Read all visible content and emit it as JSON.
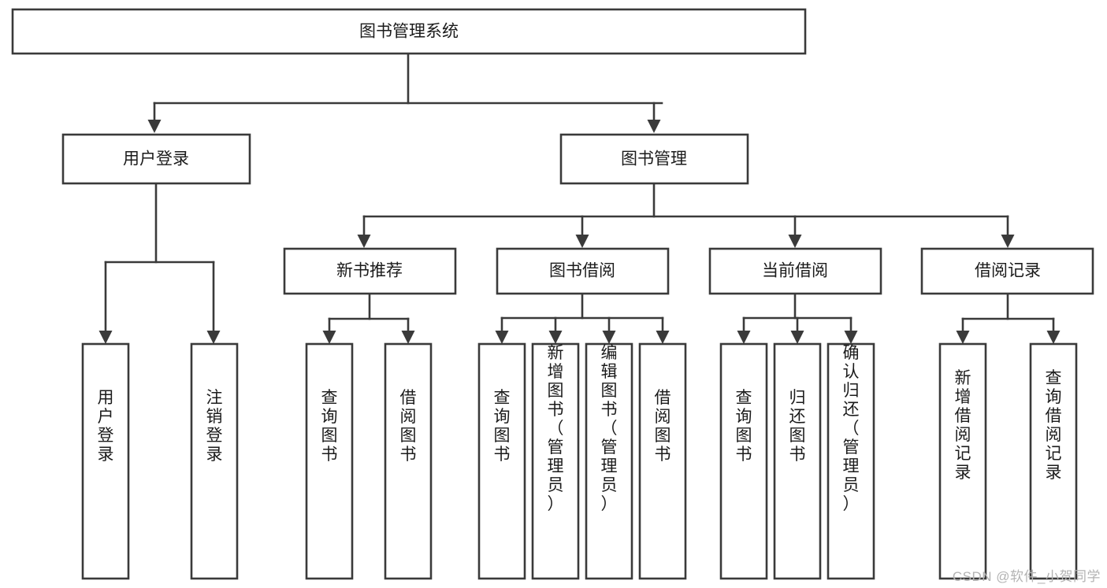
{
  "diagram": {
    "type": "tree-hierarchy",
    "title": "图书管理系统",
    "watermark": "CSDN @软件_小贺同学",
    "colors": {
      "stroke": "#3a3a3a",
      "fill": "#ffffff",
      "text": "#1b1b1b",
      "watermark": "#b3b3b3"
    },
    "levels": {
      "root": {
        "label": "图书管理系统"
      },
      "level2": [
        {
          "label": "用户登录"
        },
        {
          "label": "图书管理"
        }
      ],
      "level3": [
        {
          "label": "新书推荐"
        },
        {
          "label": "图书借阅"
        },
        {
          "label": "当前借阅"
        },
        {
          "label": "借阅记录"
        }
      ],
      "leaves": {
        "user_login": [
          {
            "label": "用户登录"
          },
          {
            "label": "注销登录"
          }
        ],
        "new_book_recommend": [
          {
            "label": "查询图书"
          },
          {
            "label": "借阅图书"
          }
        ],
        "book_borrow": [
          {
            "label": "查询图书"
          },
          {
            "label": "新增图书（管理员）"
          },
          {
            "label": "编辑图书（管理员）"
          },
          {
            "label": "借阅图书"
          }
        ],
        "current_borrow": [
          {
            "label": "查询图书"
          },
          {
            "label": "归还图书"
          },
          {
            "label": "确认归还（管理员）"
          }
        ],
        "borrow_record": [
          {
            "label": "新增借阅记录"
          },
          {
            "label": "查询借阅记录"
          }
        ]
      }
    }
  }
}
